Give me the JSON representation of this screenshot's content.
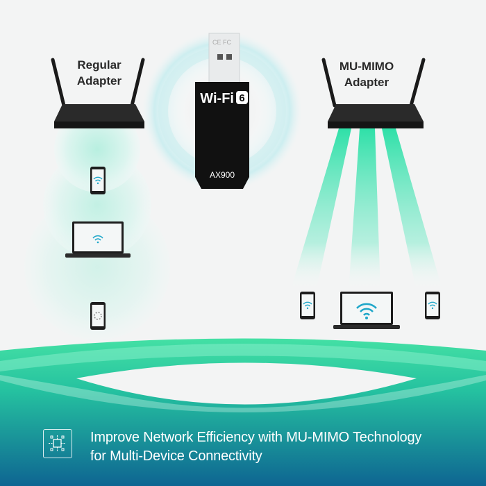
{
  "labels": {
    "regular_line1": "Regular",
    "regular_line2": "Adapter",
    "mumimo_line1": "MU-MIMO",
    "mumimo_line2": "Adapter"
  },
  "adapter": {
    "brand": "Wi-Fi",
    "brand_number": "6",
    "model": "AX900",
    "certifications": "CE FC"
  },
  "footer": {
    "line1": "Improve Network Efficiency with MU-MIMO Technology",
    "line2": "for Multi-Device Connectivity",
    "icon": "chip-network-icon"
  },
  "colors": {
    "accent_green": "#3ddc9c",
    "accent_teal": "#0f6a94",
    "beam": "#2fe0a8"
  }
}
